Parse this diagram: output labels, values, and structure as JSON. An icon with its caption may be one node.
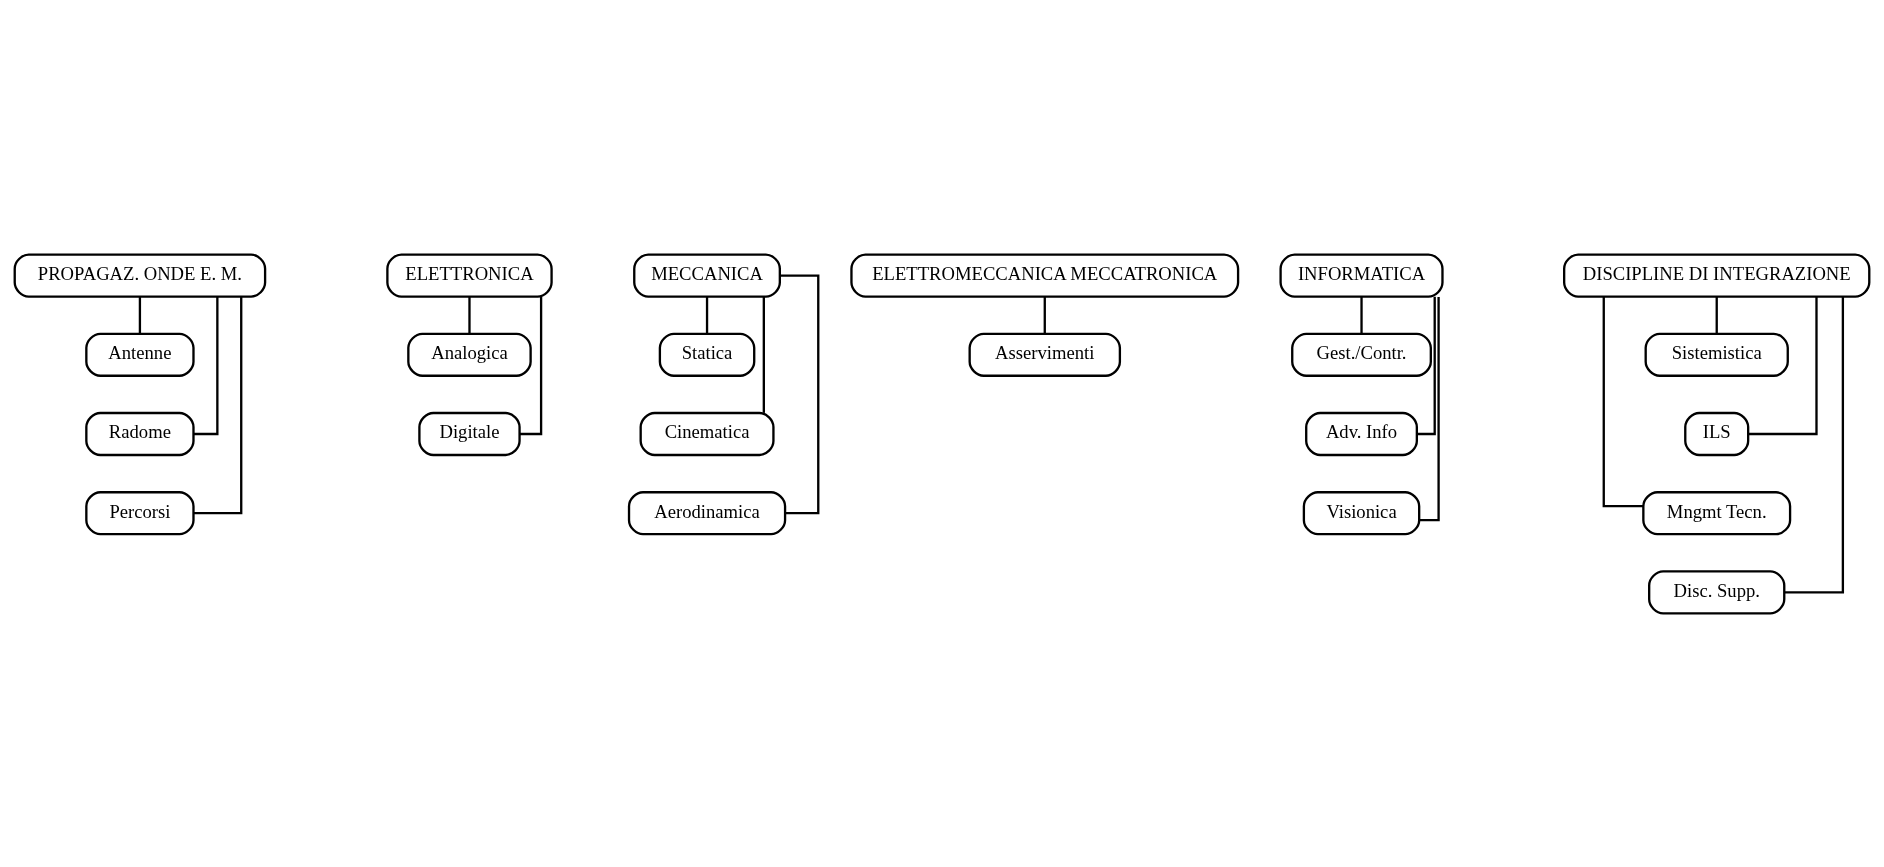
{
  "diagram": {
    "nodes": [
      {
        "text": [
          "PROPAGAZ. ONDE E. M."
        ]
      },
      {
        "text": [
          "ELETTRONICA"
        ]
      },
      {
        "text": [
          "MECCANICA"
        ]
      },
      {
        "text": [
          "ELETTROMECCANICA MECCATRONICA"
        ]
      },
      {
        "text": [
          "INFORMATICA"
        ]
      },
      {
        "text": [
          "DISCIPLINE DI INTEGRAZIONE"
        ]
      },
      {
        "text": [
          "Antenne"
        ]
      },
      {
        "text": [
          "Radome"
        ]
      },
      {
        "text": [
          "Percorsi"
        ]
      },
      {
        "text": [
          "Analogica"
        ]
      },
      {
        "text": [
          "Digitale"
        ]
      },
      {
        "text": [
          "Statica"
        ]
      },
      {
        "text": [
          "Cinematica"
        ]
      },
      {
        "text": [
          "Aerodinamica"
        ]
      },
      {
        "text": [
          "Asservimenti"
        ]
      },
      {
        "text": [
          "Gest./Contr."
        ]
      },
      {
        "text": [
          "Adv. Info"
        ]
      },
      {
        "text": [
          "Visionica"
        ]
      },
      {
        "text": [
          "Sistemistica"
        ]
      },
      {
        "text": [
          "ILS"
        ]
      },
      {
        "text": [
          "Mngmt Tecn."
        ]
      },
      {
        "text": [
          "Disc. Supp."
        ]
      }
    ],
    "edges": [
      {
        "from": 0,
        "to": 6,
        "arrow": "none"
      },
      {
        "from": 0,
        "to": 7,
        "arrow": "none"
      },
      {
        "from": 0,
        "to": 8,
        "arrow": "none"
      },
      {
        "from": 1,
        "to": 9,
        "arrow": "none"
      },
      {
        "from": 1,
        "to": 10,
        "arrow": "none"
      },
      {
        "from": 2,
        "to": 11,
        "arrow": "none"
      },
      {
        "from": 2,
        "to": 12,
        "arrow": "none"
      },
      {
        "from": 2,
        "to": 13,
        "arrow": "none"
      },
      {
        "from": 3,
        "to": 14,
        "arrow": "none"
      },
      {
        "from": 4,
        "to": 15,
        "arrow": "none"
      },
      {
        "from": 4,
        "to": 16,
        "arrow": "none"
      },
      {
        "from": 4,
        "to": 17,
        "arrow": "none"
      },
      {
        "from": 5,
        "to": 18,
        "arrow": "none"
      },
      {
        "from": 5,
        "to": 19,
        "arrow": "none"
      },
      {
        "from": 5,
        "to": 20,
        "arrow": "none"
      },
      {
        "from": 5,
        "to": 21,
        "arrow": "none"
      }
    ]
  }
}
